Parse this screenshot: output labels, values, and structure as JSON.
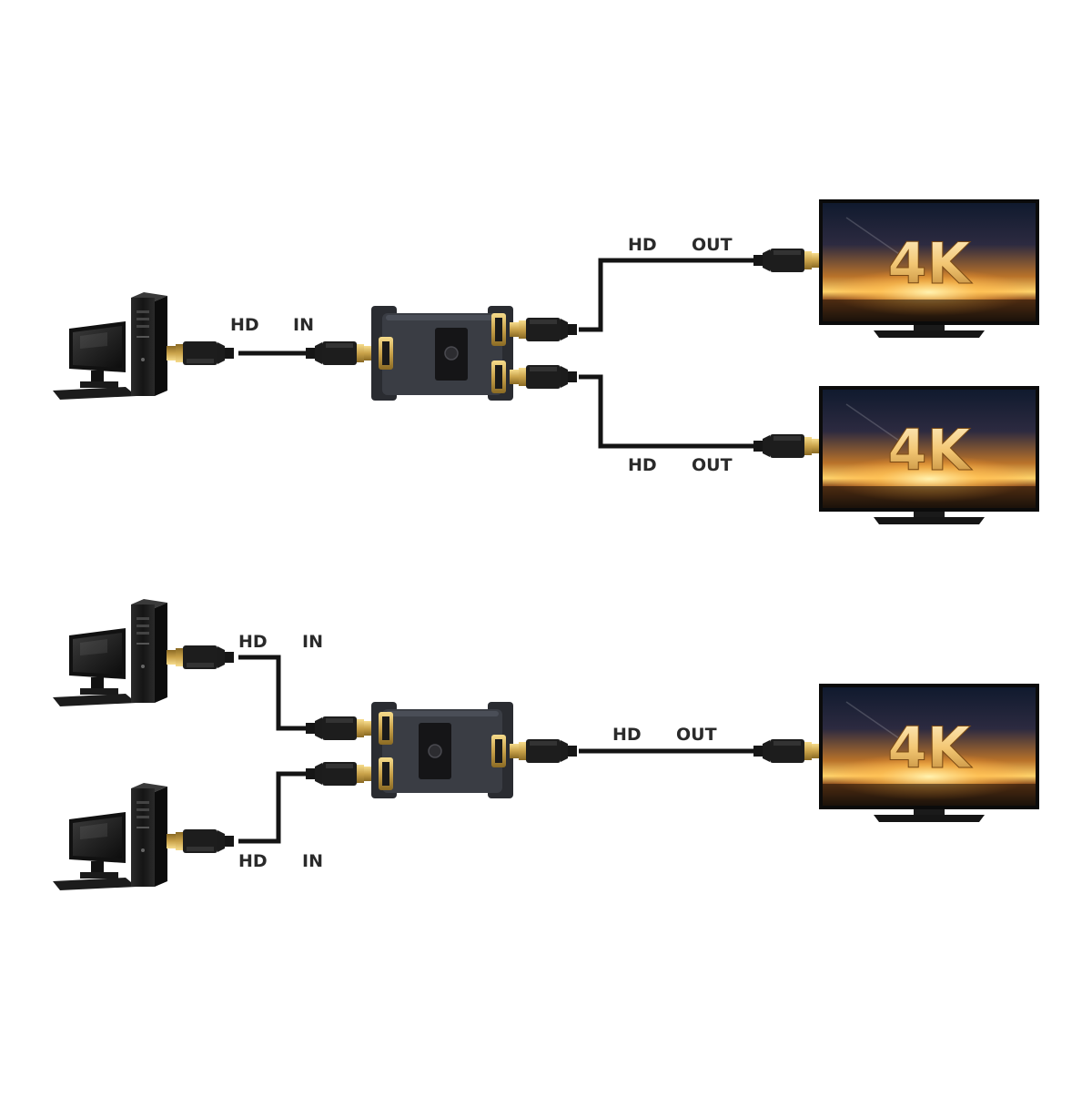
{
  "diagram": {
    "split_mode": {
      "input_cable": {
        "label_left": "HD",
        "label_right": "IN"
      },
      "output_cable_top": {
        "label_left": "HD",
        "label_right": "OUT"
      },
      "output_cable_bottom": {
        "label_left": "HD",
        "label_right": "OUT"
      }
    },
    "switch_mode": {
      "input_cable_top": {
        "label_left": "HD",
        "label_right": "IN"
      },
      "input_cable_bottom": {
        "label_left": "HD",
        "label_right": "IN"
      },
      "output_cable": {
        "label_left": "HD",
        "label_right": "OUT"
      }
    },
    "tv_badge": "4K"
  },
  "colors": {
    "cable": "#141414",
    "gold": "#c9a24a",
    "switch_body": "#3a3d44",
    "switch_side": "#2a2c31",
    "label": "#2a2a2a",
    "badge": "#f3d08a"
  }
}
